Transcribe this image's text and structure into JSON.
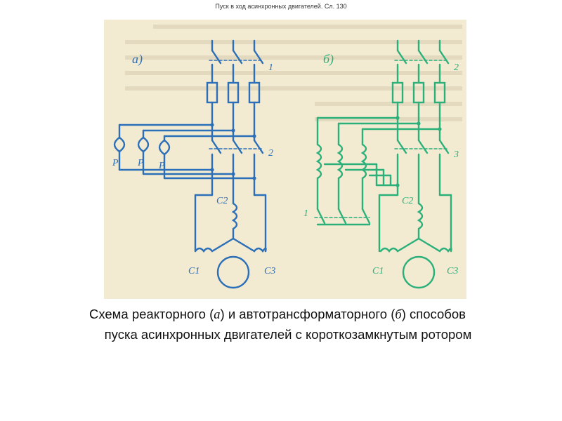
{
  "header": {
    "text": "Пуск в ход асинхронных двигателей. Сл. 130"
  },
  "diagram_a": {
    "letter": "а)",
    "switch_1": "1",
    "switch_2": "2",
    "reactors": [
      "P",
      "P",
      "P"
    ],
    "winding": "С2",
    "terminal_left": "С1",
    "terminal_right": "С3"
  },
  "diagram_b": {
    "letter": "б)",
    "switch_top": "2",
    "switch_mid": "3",
    "switch_low": "1",
    "winding": "С2",
    "terminal_left": "С1",
    "terminal_right": "С3"
  },
  "caption": {
    "p1": "Схема реакторного (",
    "a": "а",
    "p2": ") и автотрансформаторного (",
    "b": "б",
    "p3": ") способов",
    "line2": "пуска асинхронных двигателей с короткозамкнутым ротором"
  },
  "colors": {
    "blue": "#2a6fb8",
    "green": "#2bb07a",
    "paper": "#f3ead2"
  }
}
